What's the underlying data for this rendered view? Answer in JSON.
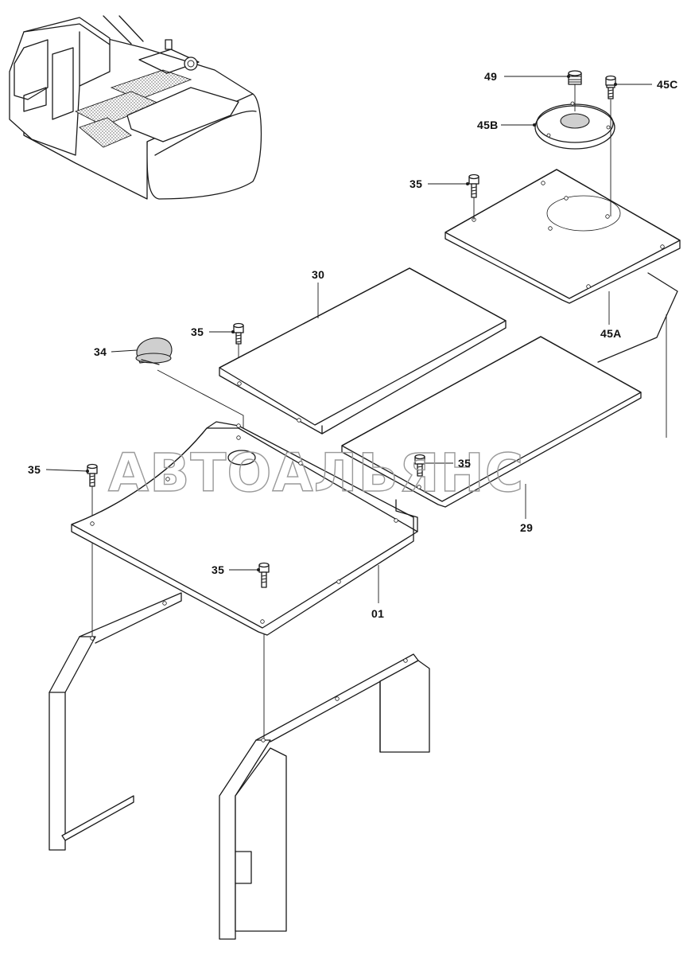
{
  "labels": {
    "l49": "49",
    "l45c": "45C",
    "l45b": "45B",
    "l35a": "35",
    "l30": "30",
    "l35b": "35",
    "l34": "34",
    "l45a": "45A",
    "l35c": "35",
    "l35d": "35",
    "l29": "29",
    "l35e": "35",
    "l01": "01"
  },
  "watermark": "АВТОАЛЬЯНС"
}
